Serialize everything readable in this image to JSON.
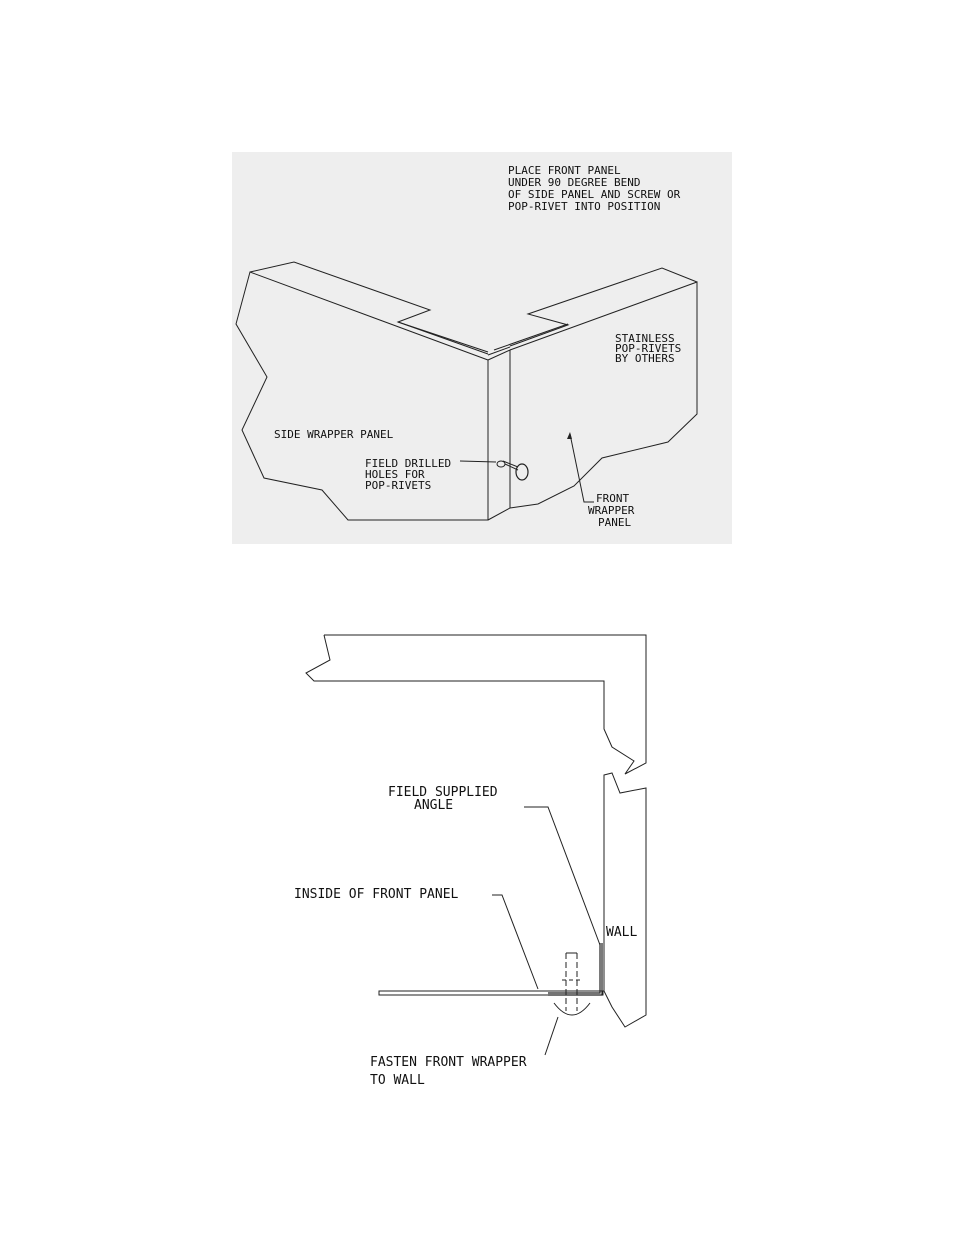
{
  "isometric_view": {
    "note_lines": [
      "PLACE FRONT PANEL",
      "UNDER 90 DEGREE BEND",
      "OF SIDE PANEL AND SCREW OR",
      "POP-RIVET INTO POSITION"
    ],
    "rivets_lines": [
      "STAINLESS",
      "POP-RIVETS",
      "BY OTHERS"
    ],
    "side_panel_label": "SIDE WRAPPER PANEL",
    "holes_lines": [
      "FIELD DRILLED",
      "HOLES FOR",
      "POP-RIVETS"
    ],
    "front_panel_lines": [
      "FRONT",
      "WRAPPER",
      "PANEL"
    ]
  },
  "section_view": {
    "angle_lines": [
      "FIELD SUPPLIED",
      "ANGLE"
    ],
    "inside_label": "INSIDE OF FRONT PANEL",
    "wall_label": "WALL",
    "fasten_lines": [
      "FASTEN FRONT WRAPPER",
      "TO WALL"
    ]
  }
}
